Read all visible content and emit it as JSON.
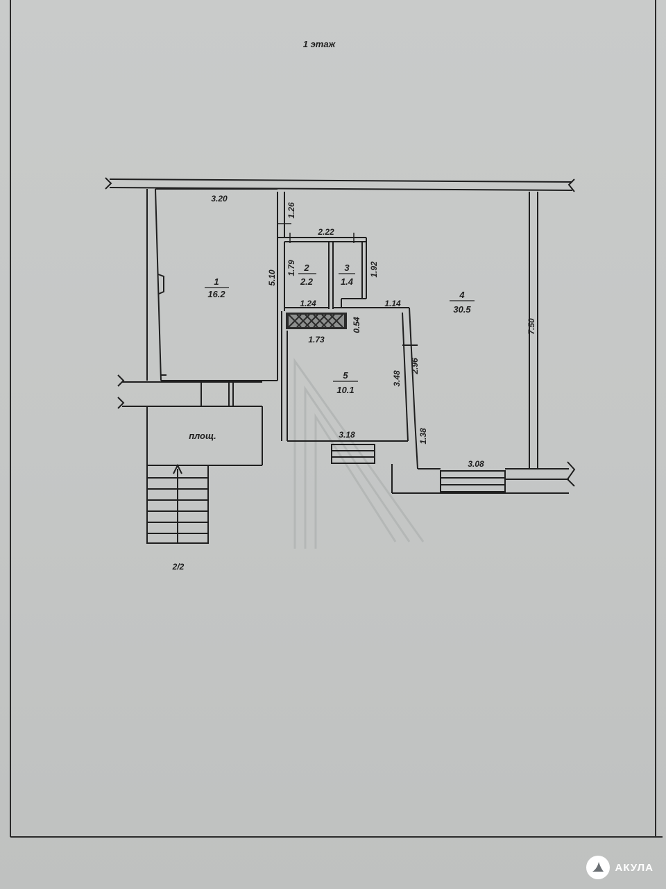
{
  "plan": {
    "title": "1 этаж",
    "rooms": [
      {
        "number": "1",
        "area": "16.2"
      },
      {
        "number": "2",
        "area": "2.2"
      },
      {
        "number": "3",
        "area": "1.4"
      },
      {
        "number": "4",
        "area": "30.5"
      },
      {
        "number": "5",
        "area": "10.1"
      }
    ],
    "dimensions": {
      "d320": "3.20",
      "d126": "1.26",
      "d222": "2.22",
      "d179": "1.79",
      "d192": "1.92",
      "d510": "5.10",
      "d124": "1.24",
      "d114": "1.14",
      "d054": "0.54",
      "d173": "1.73",
      "d348": "3.48",
      "d296": "2.96",
      "d750": "7.50",
      "d318": "3.18",
      "d138": "1.38",
      "d308": "3.08"
    },
    "landing_label": "площ.",
    "sheet_ref": "2/2"
  },
  "brand": {
    "name": "АКУЛА",
    "icon": "shark-fin-icon"
  },
  "colors": {
    "paper": "#c7c9c8",
    "ink": "#1f1f1f",
    "border": "#2a2a2a"
  }
}
